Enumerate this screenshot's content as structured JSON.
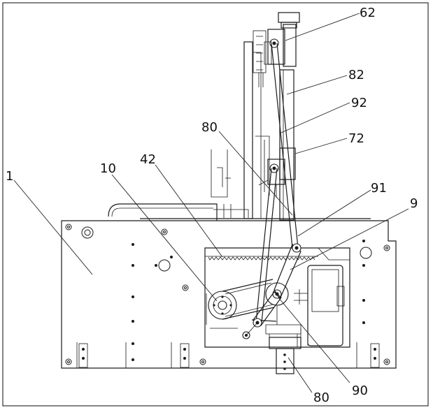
{
  "labels": {
    "l62": "62",
    "l82": "82",
    "l92": "92",
    "l80_top": "80",
    "l72": "72",
    "l1": "1",
    "l10": "10",
    "l42": "42",
    "l91": "91",
    "l9": "9",
    "l90": "90",
    "l80_bottom": "80"
  },
  "colors": {
    "line": "#1a1a1a",
    "background": "#ffffff"
  }
}
